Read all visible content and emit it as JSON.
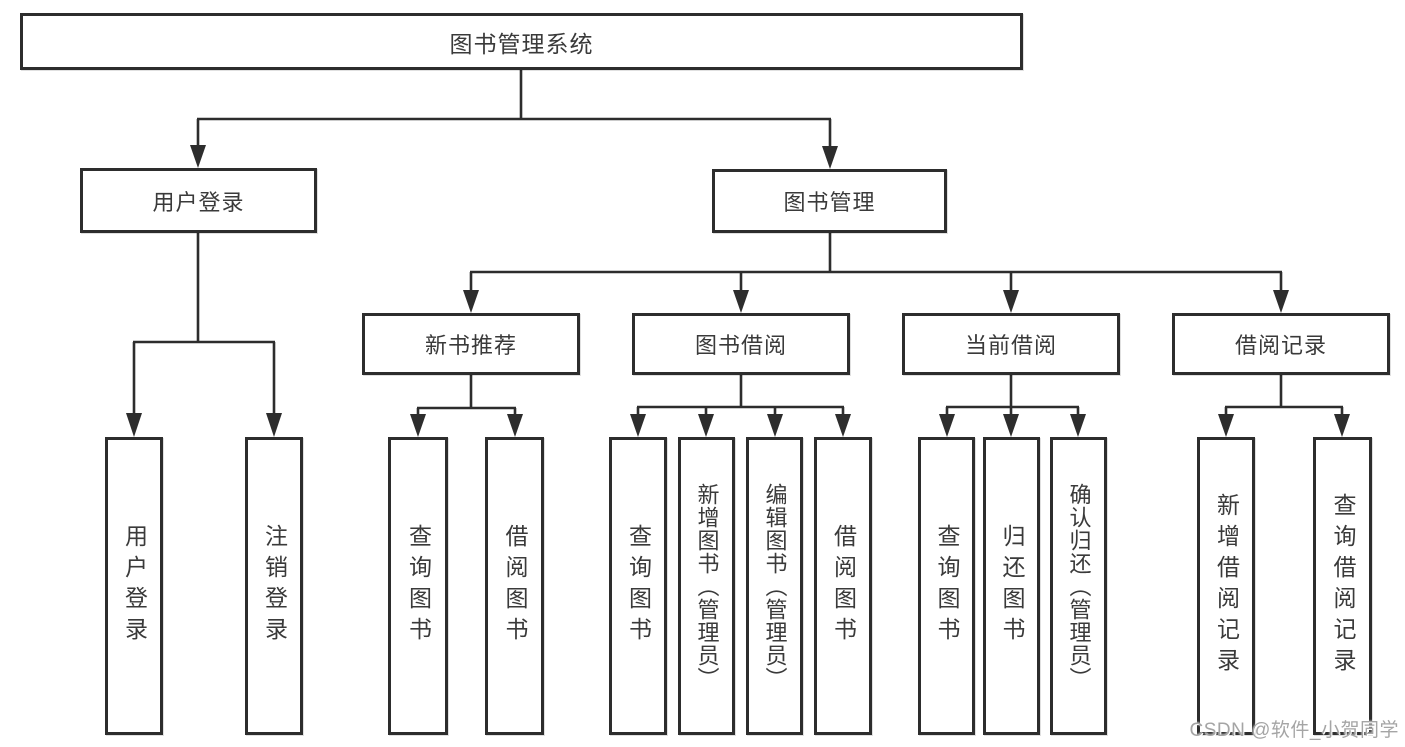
{
  "diagram": {
    "root": {
      "label": "图书管理系统"
    },
    "level2": [
      {
        "label": "用户登录"
      },
      {
        "label": "图书管理"
      }
    ],
    "level3": [
      {
        "label": "新书推荐"
      },
      {
        "label": "图书借阅"
      },
      {
        "label": "当前借阅"
      },
      {
        "label": "借阅记录"
      }
    ],
    "leaves": [
      {
        "label": "用户登录"
      },
      {
        "label": "注销登录"
      },
      {
        "label": "查询图书"
      },
      {
        "label": "借阅图书"
      },
      {
        "label": "查询图书"
      },
      {
        "label": "新增图书（管理员）"
      },
      {
        "label": "编辑图书（管理员）"
      },
      {
        "label": "借阅图书"
      },
      {
        "label": "查询图书"
      },
      {
        "label": "归还图书"
      },
      {
        "label": "确认归还（管理员）"
      },
      {
        "label": "新增借阅记录"
      },
      {
        "label": "查询借阅记录"
      }
    ]
  },
  "watermark": "CSDN @软件_小贺同学",
  "colors": {
    "line": "#2d2d2d",
    "border": "#2d2d2d",
    "text": "#3a3a3a",
    "watermark": "#a5a5a5",
    "background": "#ffffff"
  }
}
